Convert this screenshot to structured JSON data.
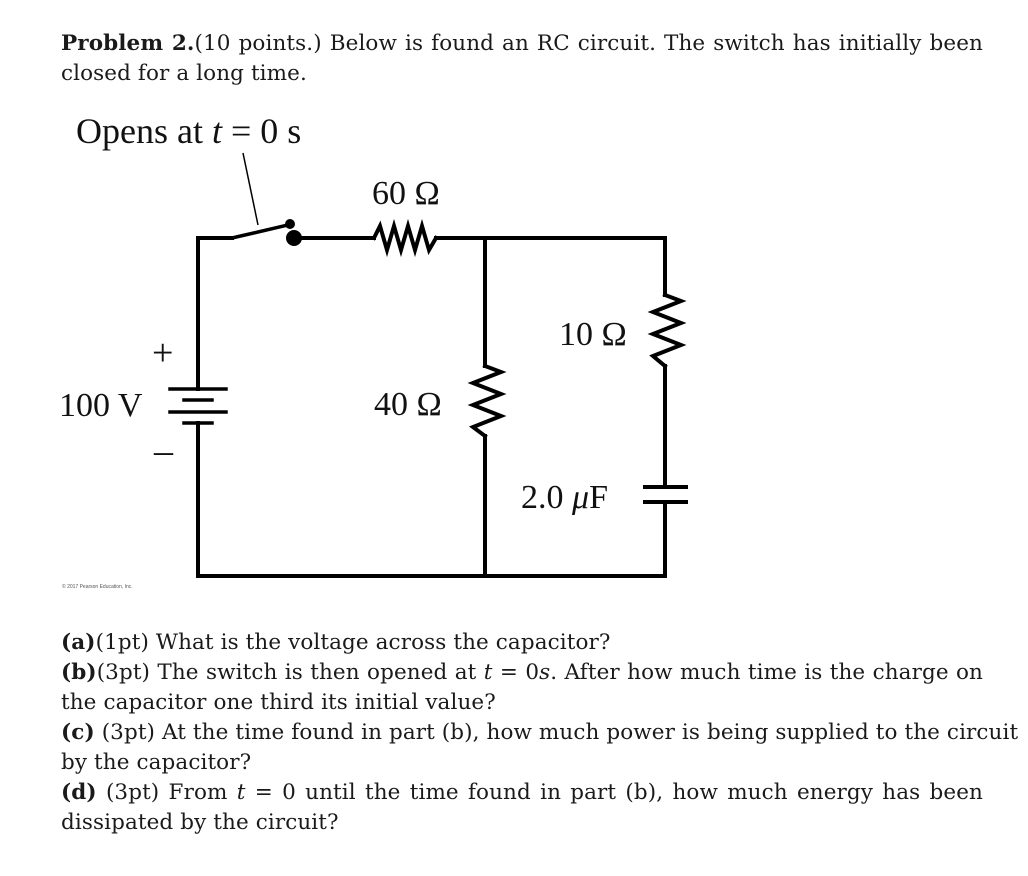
{
  "intro": {
    "heading": "Problem 2.",
    "points": "(10 points.)",
    "text_line1_rest": " Below is found an RC circuit. The switch has initially been",
    "text_line2": "closed for a long time."
  },
  "circuit": {
    "switch_label_prefix": "Opens at ",
    "switch_label_var": "t",
    "switch_label_suffix": " = 0 s",
    "battery_label": "100 V",
    "battery_plus": "+",
    "battery_minus": "–",
    "r1_label": "60 Ω",
    "r2_label": "40 Ω",
    "r3_label": "10 Ω",
    "capacitor_label_num": "2.0 ",
    "capacitor_label_mu": "μ",
    "capacitor_label_unit": "F",
    "copyright": "© 2017 Pearson Education, Inc."
  },
  "questions": {
    "a": {
      "tag": "(a)",
      "pts": "(1pt)",
      "text": " What is the voltage across the capacitor?"
    },
    "b": {
      "tag": "(b)",
      "pts": "(3pt)",
      "line1_pre": " The switch is then opened at ",
      "var_t": "t",
      "eq": " = 0",
      "var_s": "s",
      "line1_post": ". After how much time is the charge on",
      "line2": "the capacitor one third its initial value?"
    },
    "c": {
      "tag": "(c)",
      "pts": "(3pt)",
      "line1": " At the time found in part (b), how much power is being supplied to the circuit",
      "line2": "by the capacitor?"
    },
    "d": {
      "tag": "(d)",
      "pts": "(3pt)",
      "line1_pre": " From ",
      "var_t": "t",
      "line1_post": " = 0 until the time found in part (b), how much energy has been",
      "line2": "dissipated by the circuit?"
    }
  }
}
